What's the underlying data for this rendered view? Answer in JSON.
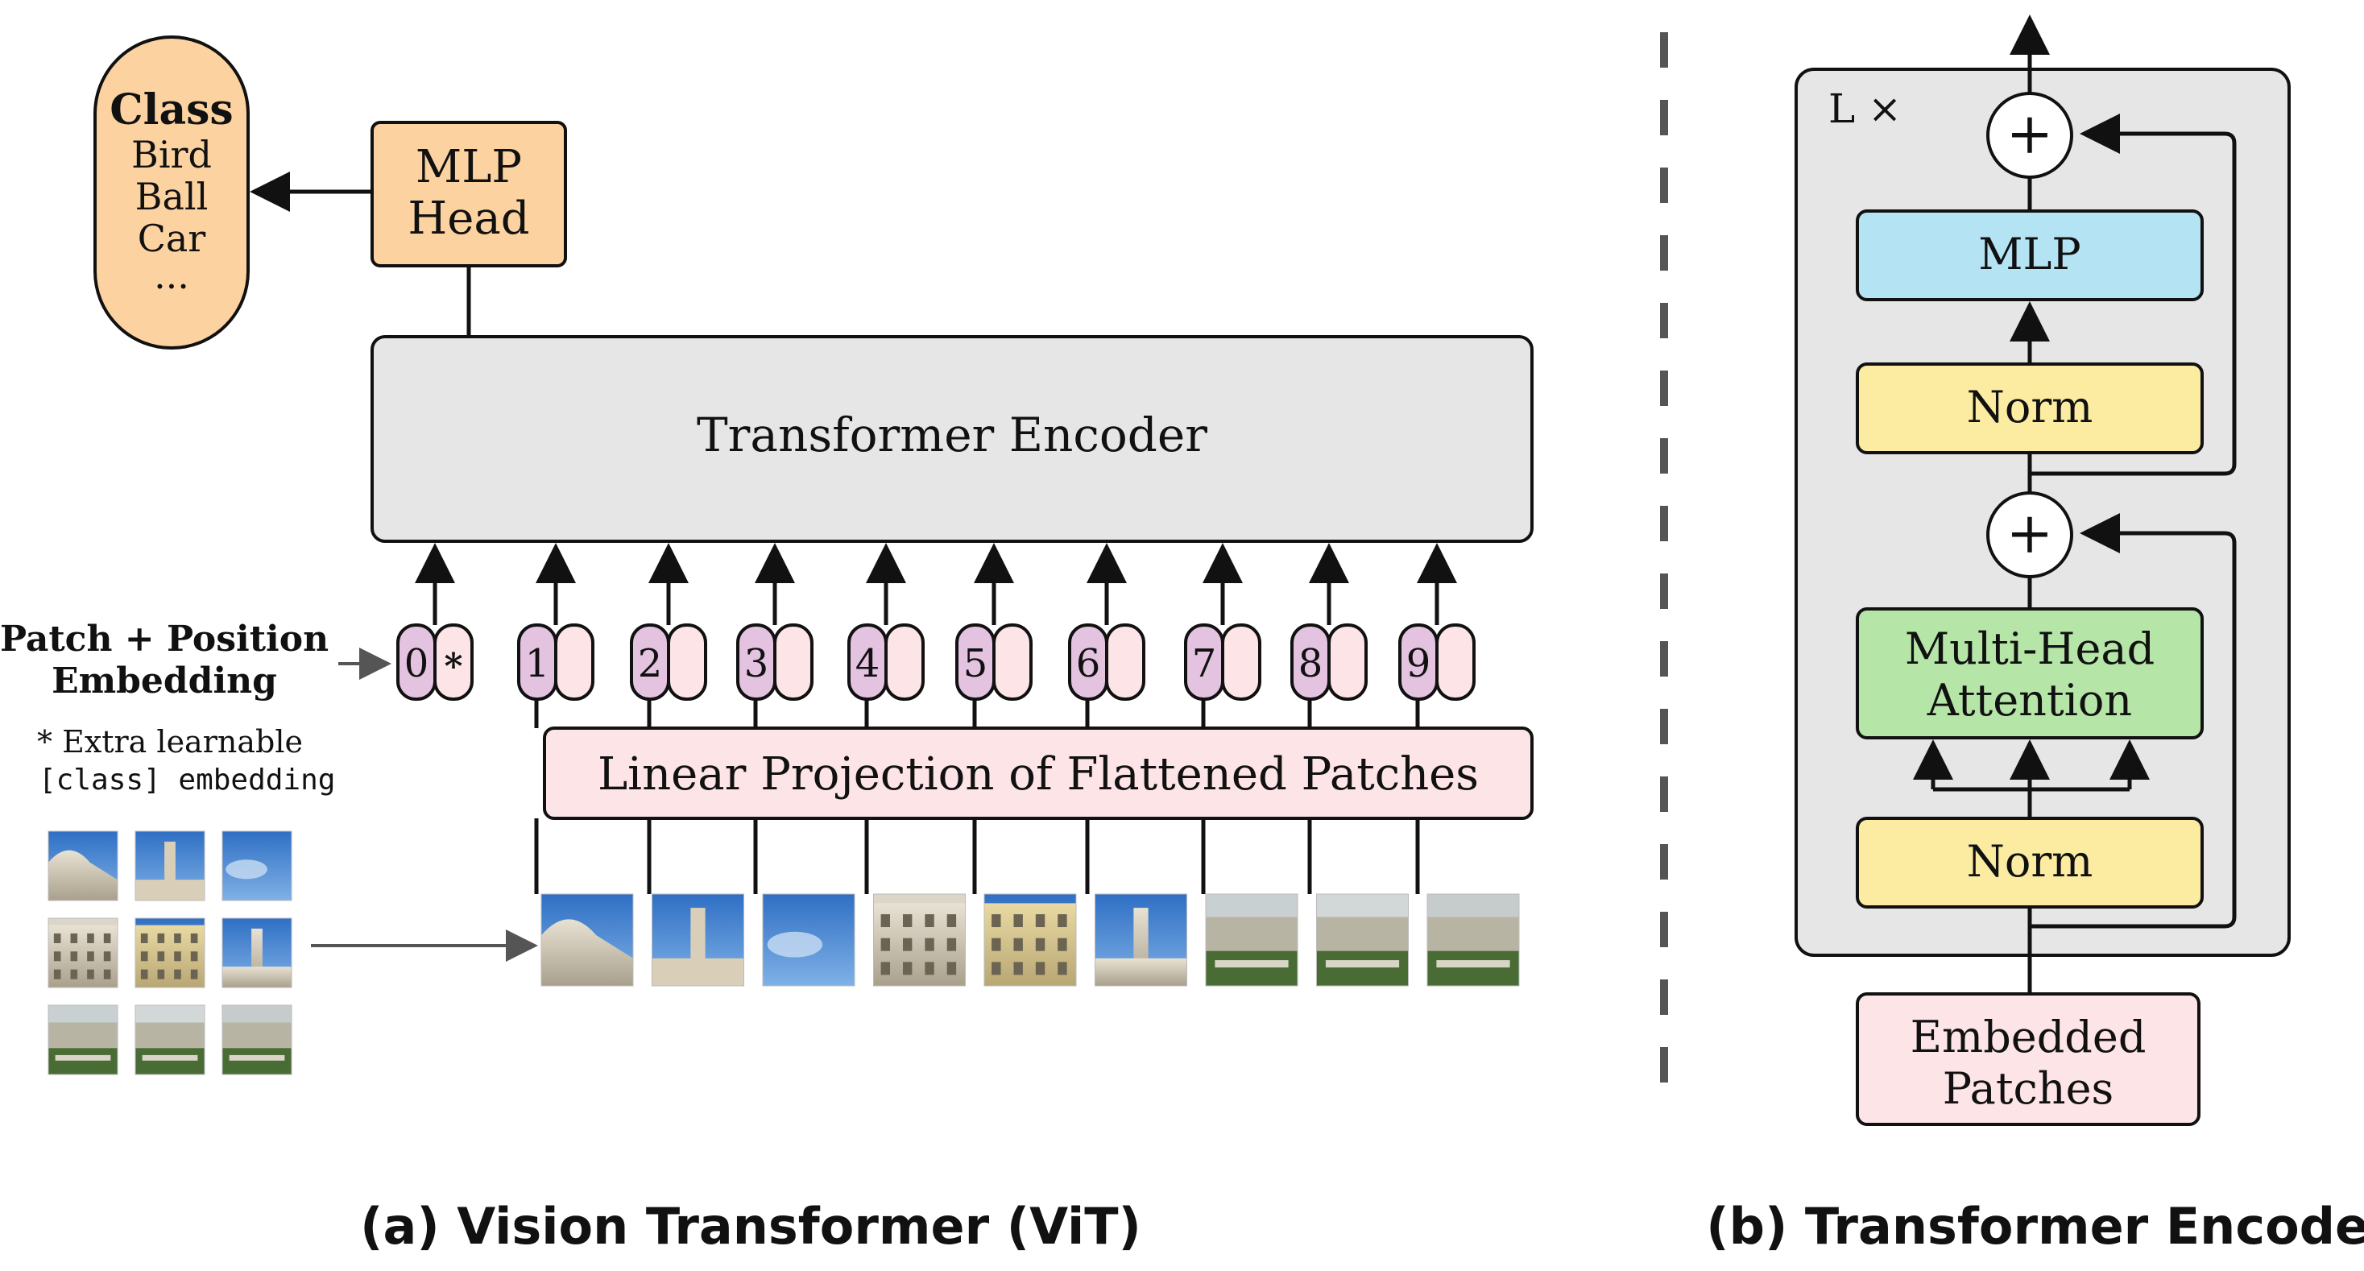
{
  "class_box": {
    "title": "Class",
    "items": [
      "Bird",
      "Ball",
      "Car",
      "..."
    ]
  },
  "mlp_head": {
    "line1": "MLP",
    "line2": "Head"
  },
  "transformer_encoder_label": "Transformer Encoder",
  "patch_position_label": {
    "line1": "Patch + Position",
    "line2": "Embedding"
  },
  "extra_note": {
    "line1": "* Extra learnable",
    "line2": "[class] embedding"
  },
  "tokens": [
    "0",
    "1",
    "2",
    "3",
    "4",
    "5",
    "6",
    "7",
    "8",
    "9"
  ],
  "class_token_mark": "*",
  "linear_projection_label": "Linear Projection of Flattened Patches",
  "caption_a": "(a) Vision Transformer (ViT)",
  "caption_b": "(b) Transformer Encoder",
  "encoder_block": {
    "repeat_label": "L ×",
    "plus": "+",
    "mlp": "MLP",
    "norm": "Norm",
    "mha_line1": "Multi-Head",
    "mha_line2": "Attention",
    "embedded_line1": "Embedded",
    "embedded_line2": "Patches"
  },
  "colors": {
    "class_fill": "#fcd3a0",
    "mlp_head_fill": "#fcd3a0",
    "encoder_fill": "#e6e6e6",
    "token_purple": "#e4c3e0",
    "token_pink": "#fde4e6",
    "projection_fill": "#fde4e6",
    "mlp_fill": "#b4e3f4",
    "norm_fill": "#fbeca2",
    "mha_fill": "#b6e5a8",
    "embedded_fill": "#fde4e6",
    "block_fill": "#e6e6e6"
  }
}
